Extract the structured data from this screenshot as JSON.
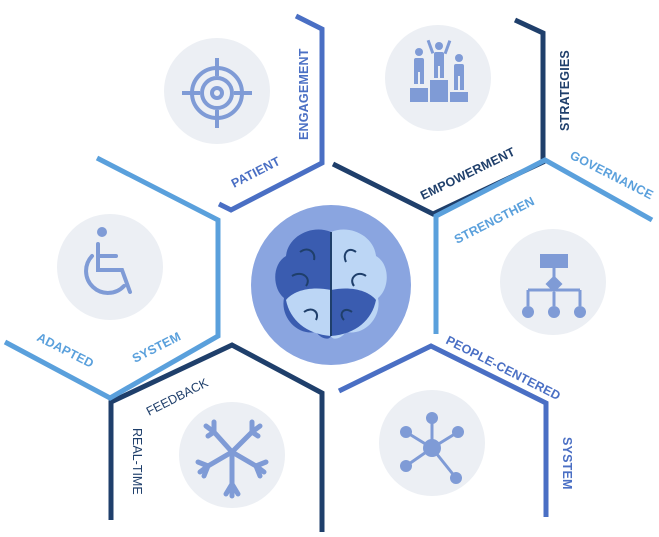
{
  "colors": {
    "dark": "#1f3f6b",
    "mid": "#4a6fc4",
    "light": "#5aa0dc",
    "circle": "#eceff4",
    "icon": "#7f9bd6",
    "brain_ring": "#8aa5e0",
    "brain_dark": "#3a5cb0",
    "brain_light": "#bcd6f5"
  },
  "segments": [
    {
      "id": "patient-engagement",
      "words": [
        "PATIENT",
        "ENGAGEMENT"
      ],
      "icon": "target-icon",
      "color": "mid"
    },
    {
      "id": "empowerment-strategies",
      "words": [
        "EMPOWERMENT",
        "STRATEGIES"
      ],
      "icon": "podium-icon",
      "color": "dark"
    },
    {
      "id": "strengthen-governance",
      "words": [
        "STRENGTHEN",
        "GOVERNANCE"
      ],
      "icon": "hierarchy-icon",
      "color": "light"
    },
    {
      "id": "people-centered-system",
      "words": [
        "PEOPLE-CENTERED",
        "SYSTEM"
      ],
      "icon": "network-icon",
      "color": "mid"
    },
    {
      "id": "realtime-feedback",
      "words": [
        "REAL-TIME",
        "FEEDBACK"
      ],
      "icon": "hands-icon",
      "color": "dark"
    },
    {
      "id": "adapted-system",
      "words": [
        "ADAPTED",
        "SYSTEM"
      ],
      "icon": "wheelchair-icon",
      "color": "light"
    }
  ],
  "center_icon": "brain-icon"
}
